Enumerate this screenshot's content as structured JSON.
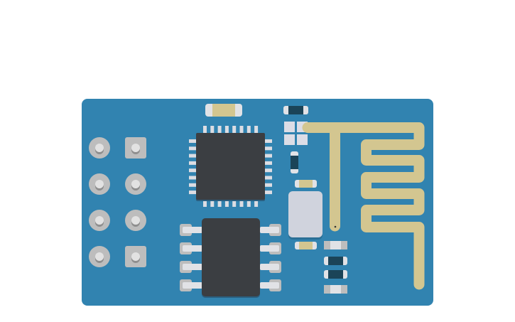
{
  "illustration": {
    "subject": "esp8266-wifi-module",
    "colors": {
      "board": "#3183b0",
      "chip": "#3b3e42",
      "pad": "#bdbdbd",
      "pin_hole": "#e2e2e2",
      "pin_lead": "#dcdde3",
      "antenna_trace": "#d3c690",
      "smd_dark": "#1b4458",
      "smd_end": "#e1e2e6",
      "crystal": "#d0d3dd"
    },
    "header_pins": {
      "rows": 4,
      "columns": 2
    }
  }
}
